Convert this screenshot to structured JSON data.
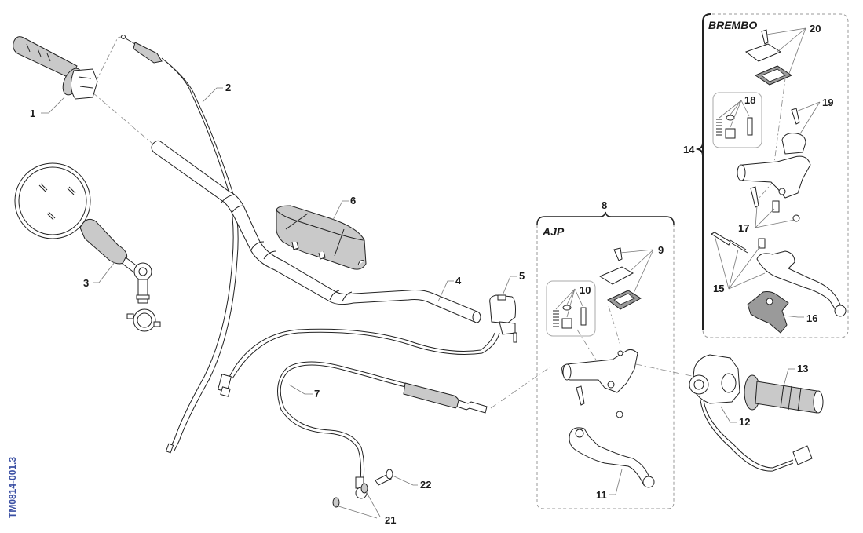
{
  "diagram": {
    "reference_code": "TM0814-001.3",
    "groups": [
      {
        "id": "brembo",
        "title": "BREMBO",
        "callout": "14"
      },
      {
        "id": "ajp",
        "title": "AJP",
        "callout": "8"
      }
    ],
    "callouts": [
      {
        "number": "1",
        "part": "throttle-grip-assembly"
      },
      {
        "number": "2",
        "part": "throttle-cable"
      },
      {
        "number": "3",
        "part": "rear-view-mirror"
      },
      {
        "number": "4",
        "part": "handlebar"
      },
      {
        "number": "5",
        "part": "handlebar-switch"
      },
      {
        "number": "6",
        "part": "handlebar-pad"
      },
      {
        "number": "7",
        "part": "brake-hose"
      },
      {
        "number": "8",
        "part": "ajp-master-cylinder-assembly"
      },
      {
        "number": "9",
        "part": "ajp-reservoir-cover-kit"
      },
      {
        "number": "10",
        "part": "ajp-piston-kit"
      },
      {
        "number": "11",
        "part": "ajp-brake-lever"
      },
      {
        "number": "12",
        "part": "left-switch-assembly"
      },
      {
        "number": "13",
        "part": "left-grip"
      },
      {
        "number": "14",
        "part": "brembo-master-cylinder-assembly"
      },
      {
        "number": "15",
        "part": "brembo-lever-pivot-kit"
      },
      {
        "number": "16",
        "part": "lever-guard"
      },
      {
        "number": "17",
        "part": "brembo-clamp-hardware"
      },
      {
        "number": "18",
        "part": "brembo-piston-kit"
      },
      {
        "number": "19",
        "part": "brembo-clamp"
      },
      {
        "number": "20",
        "part": "brembo-reservoir-cover-kit"
      },
      {
        "number": "21",
        "part": "sealing-washers"
      },
      {
        "number": "22",
        "part": "banjo-bolt"
      }
    ],
    "colors": {
      "label": "#1a1a1a",
      "reference": "#3a4fa3",
      "part_fill_gray": "#c9c9c9",
      "leader": "#777777"
    }
  }
}
